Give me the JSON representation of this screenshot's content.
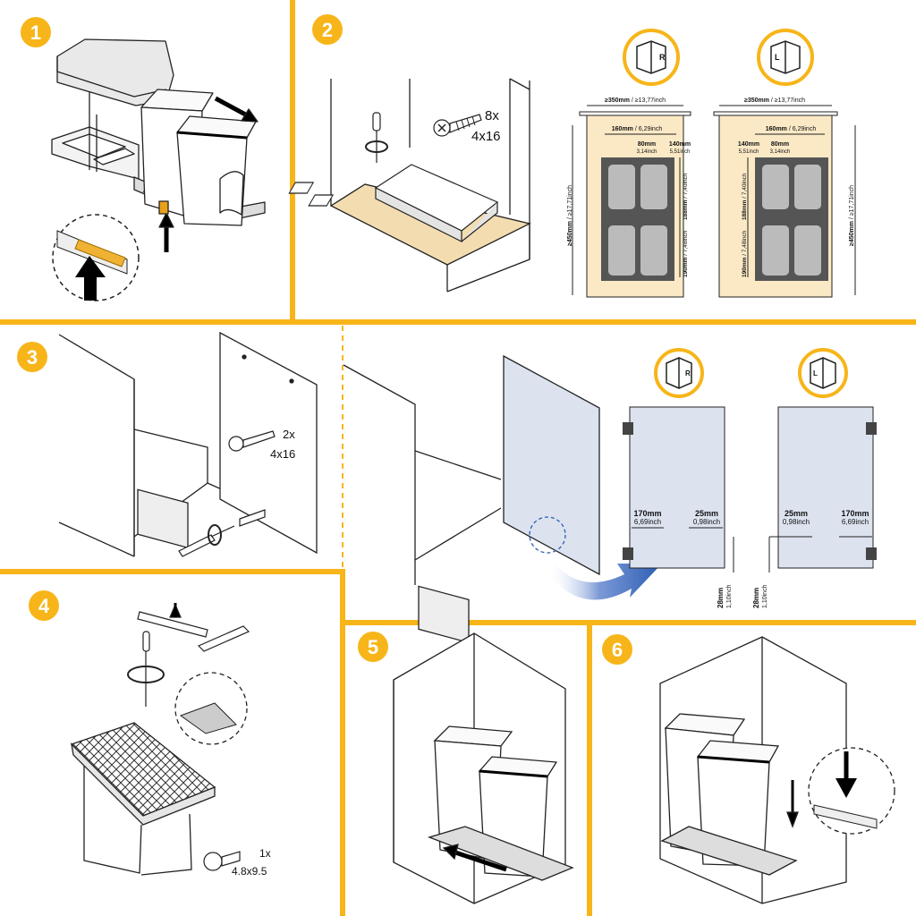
{
  "accent_color": "#F7B519",
  "panel_fill_color": "#FBE9C6",
  "door_fill_color": "#DCE3EF",
  "arrow_color": "#2B5CB4",
  "steps": {
    "s1": {
      "number": "1"
    },
    "s2": {
      "number": "2",
      "screw_qty": "8x",
      "screw_size": "4x16"
    },
    "s3": {
      "number": "3",
      "screw_qty": "2x",
      "screw_size": "4x16"
    },
    "s4": {
      "number": "4",
      "screw_qty": "1x",
      "screw_size": "4.8x9.5"
    },
    "s5": {
      "number": "5"
    },
    "s6": {
      "number": "6"
    }
  },
  "step2_plans": {
    "width_mm": "≥350mm",
    "width_in": "/ ≥13,77inch",
    "height_mm": "≥450mm",
    "height_in": "/ ≥17,71inch",
    "frame_mm": "160mm",
    "frame_in": "/ 6,29inch",
    "center_mm": "80mm",
    "center_in": "3,14inch",
    "side_mm": "140mm",
    "side_in": "5,51inch",
    "v1_mm": "188mm",
    "v1_in": "/ 7,40inch",
    "v2_mm": "190mm",
    "v2_in": "/ 7,48inch",
    "right_icon_letter": "R",
    "left_icon_letter": "L"
  },
  "step3_door": {
    "offset_mm": "170mm",
    "offset_in": "6,69inch",
    "edge_mm": "25mm",
    "edge_in": "0,98inch",
    "bottom_mm": "28mm",
    "bottom_in": "1,10inch"
  },
  "icons": [
    "cabinet-right-hinge-icon",
    "cabinet-left-hinge-icon",
    "screw-icon",
    "screwdriver-icon",
    "rotate-icon",
    "push-arrow-icon",
    "pull-arrow-icon",
    "curved-arrow-icon"
  ]
}
